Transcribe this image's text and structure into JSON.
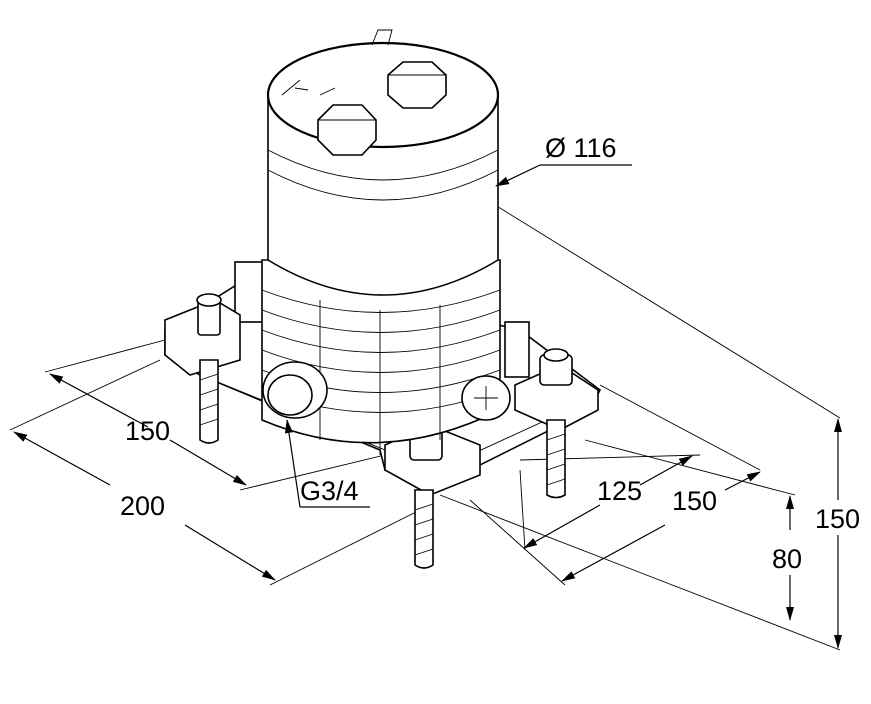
{
  "title": "Concealed mixer base unit dimension drawing",
  "dimensions": {
    "diameter": "Ø 116",
    "base_depth": "150",
    "overall_depth": "200",
    "connection": "G3/4",
    "mount_width": "125",
    "base_width": "150",
    "min_height": "80",
    "max_height": "150"
  }
}
